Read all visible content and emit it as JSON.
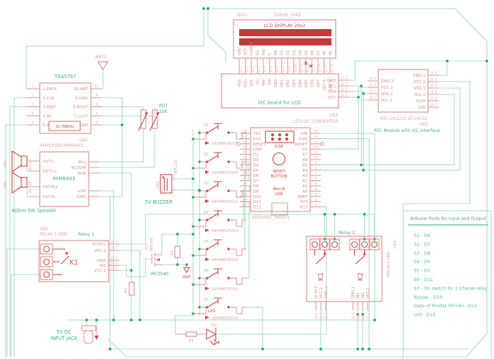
{
  "lcd": {
    "refdes": "DIS1",
    "part": "TUXOR_20X2",
    "title": "LCD DISPLAY 20x2",
    "pins": [
      {
        "name": "GND",
        "num": "J2.1"
      },
      {
        "name": "VCC",
        "num": "J2.2"
      },
      {
        "name": "CONTR",
        "num": "J2.3"
      },
      {
        "name": "RS",
        "num": "J2.4"
      },
      {
        "name": "RW",
        "num": "J2.5"
      },
      {
        "name": "E",
        "num": "J2.6"
      },
      {
        "name": "D0",
        "num": "J2.7"
      },
      {
        "name": "D1",
        "num": "J2.8"
      },
      {
        "name": "D2",
        "num": "J2.9"
      },
      {
        "name": "D3",
        "num": "J2.10"
      },
      {
        "name": "D4",
        "num": "J2.11"
      },
      {
        "name": "D5",
        "num": "J2.12"
      },
      {
        "name": "D6",
        "num": "J2.13"
      },
      {
        "name": "D7",
        "num": "J2.14"
      },
      {
        "name": "NC",
        "num": "J2.15"
      },
      {
        "name": "NC",
        "num": "J2.16"
      }
    ]
  },
  "i2c": {
    "label": "I2C board for LCD",
    "refdes": "U$2",
    "part": "LCD-I2C-CONVERTER",
    "top_pins": [
      "VSS",
      "VDD",
      "VEE",
      "RS",
      "RW",
      "EN",
      "DB0",
      "DB1",
      "DB2",
      "DB3",
      "DB4",
      "DB5",
      "DB6",
      "DB7",
      "LED A",
      "LED K"
    ],
    "right_pins": [
      {
        "name": "GND",
        "num": "J1.4"
      },
      {
        "name": "SCL",
        "num": "J1.3"
      },
      {
        "name": "SDA",
        "num": "J1.2"
      },
      {
        "name": "VCC",
        "num": "J1.1"
      }
    ]
  },
  "tea": {
    "title": "TEA5767",
    "ant": "ANT1",
    "xtal": "32.768kHz",
    "left": [
      {
        "num": "1",
        "name": "1.DATA"
      },
      {
        "num": "2",
        "name": "2.CLK"
      },
      {
        "num": "3",
        "name": "3.GND"
      },
      {
        "num": "4",
        "name": "4.NC"
      },
      {
        "num": "5",
        "name": "5.VCC"
      }
    ],
    "right": [
      {
        "num": "10",
        "name": "10.ANT"
      },
      {
        "num": "9",
        "name": "9.GND"
      },
      {
        "num": "8",
        "name": "8.ROUT"
      },
      {
        "num": "7",
        "name": "7.LOUT"
      },
      {
        "num": "6",
        "name": "6.GND"
      }
    ]
  },
  "pot": {
    "l1": "POT",
    "l2": "10K"
  },
  "amp": {
    "refdes": "U$1",
    "part": "AMPLIFIER-PAM8403",
    "chip": "PAM8403",
    "left_a": [
      "OUT.L-",
      "OUT.L+"
    ],
    "left_b": [
      "OUT.R+",
      "OUT.R-"
    ],
    "right_a": [
      "IN.L",
      "IN.COM",
      "IN.R"
    ],
    "right_b": [
      "+5V",
      "GND"
    ],
    "caption": "4Ohm 5W Speaker",
    "sp1": "SP1",
    "sp2": "SP2",
    "sp_part": "AL11P"
  },
  "nano": {
    "refdes": "ARDUINO_NANO1",
    "icsp": "ICSP",
    "reset1": "RESET",
    "reset2": "BUTTON",
    "usb1": "Mini-B",
    "usb2": "USB",
    "left": [
      {
        "num": "16",
        "name": "TX1"
      },
      {
        "num": "17",
        "name": "RX0"
      },
      {
        "num": "18",
        "name": "RESET"
      },
      {
        "num": "19",
        "name": "GND"
      },
      {
        "num": "20",
        "name": "D2"
      },
      {
        "num": "21",
        "name": "D3"
      },
      {
        "num": "22",
        "name": "D4"
      },
      {
        "num": "23",
        "name": "D5"
      },
      {
        "num": "24",
        "name": "D6"
      },
      {
        "num": "25",
        "name": "D7"
      },
      {
        "num": "26",
        "name": "D8"
      },
      {
        "num": "27",
        "name": "D9"
      },
      {
        "num": "28",
        "name": "D10"
      },
      {
        "num": "29",
        "name": "D11"
      },
      {
        "num": "30",
        "name": "D12"
      }
    ],
    "right": [
      {
        "num": "15",
        "name": "VIN"
      },
      {
        "num": "14",
        "name": "GND"
      },
      {
        "num": "13",
        "name": "RESET"
      },
      {
        "num": "12",
        "name": "5V"
      },
      {
        "num": "11",
        "name": "A7"
      },
      {
        "num": "10",
        "name": "A6"
      },
      {
        "num": "9",
        "name": "A5"
      },
      {
        "num": "8",
        "name": "A4"
      },
      {
        "num": "7",
        "name": "A3"
      },
      {
        "num": "6",
        "name": "A2"
      },
      {
        "num": "5",
        "name": "A1"
      },
      {
        "num": "4",
        "name": "A0"
      },
      {
        "num": "3",
        "name": "AREF"
      },
      {
        "num": "2",
        "name": "3V3"
      },
      {
        "num": "1",
        "name": "D13"
      }
    ]
  },
  "rtc": {
    "part": "RTC-DS3231-AT24C32",
    "refdes": "U$3",
    "caption": "RTC Module with I2C interface",
    "left": [
      {
        "name": "GND.2",
        "num": "J2.4"
      },
      {
        "name": "VCC.2",
        "num": "J2.3"
      },
      {
        "name": "SDA.2",
        "num": "J2.2"
      },
      {
        "name": "SCL.2",
        "num": "J2.1"
      }
    ],
    "right": [
      {
        "name": "GND.1",
        "num": "J1.6"
      },
      {
        "name": "VCC.1",
        "num": "J1.5"
      },
      {
        "name": "SDA.1",
        "num": "J1.4"
      },
      {
        "name": "SCL.1",
        "num": "J1.3"
      },
      {
        "name": "SQW",
        "num": "J1.2"
      },
      {
        "name": "32K",
        "num": "J1.1"
      }
    ]
  },
  "buzzer": {
    "refdes": "SG1",
    "part": "B/C11L",
    "p1": "1",
    "p2": "2",
    "caption": "5V BUZZER"
  },
  "switches": {
    "net_led": "LED",
    "items": [
      {
        "name": "S1",
        "part": "SKHMPUE010"
      },
      {
        "name": "S2",
        "part": "SKHMPUE010"
      },
      {
        "name": "S3",
        "part": "SKHMPUE010"
      },
      {
        "name": "S4",
        "part": "SKHMPUE010"
      },
      {
        "name": "S5",
        "part": "SKHMPUE010"
      },
      {
        "name": "S6",
        "part": "SKHMPUE010"
      },
      {
        "name": "S7",
        "part": "SKHMPUE010"
      }
    ]
  },
  "mosfet": {
    "refdes": "Q1",
    "part": "IRF540",
    "caption": "IRFZ540",
    "gnd": "GND"
  },
  "resistors": {
    "r1": "R1",
    "r2": "R2",
    "r3": "R3"
  },
  "led": {
    "refdes": "D1"
  },
  "relay1": {
    "refdes": "U$5",
    "part": "RELAY-1-5RD",
    "caption": "Relay 1",
    "k": "K1",
    "pins_a": [
      {
        "name": "JD-VCC",
        "num": "J2.1"
      },
      {
        "name": "VCC.2",
        "num": "J2.2"
      }
    ],
    "pins_b": [
      {
        "name": "GND",
        "num": "J1.1"
      },
      {
        "name": "IN1",
        "num": "J1.2"
      },
      {
        "name": "VCC.1",
        "num": "J1.3"
      }
    ]
  },
  "relay2": {
    "refdes": "U$4",
    "part": "RELAY-2-5RD",
    "caption": "Relay 2",
    "k1": "K1",
    "k2": "K2",
    "pins_a": [
      {
        "name": "JD-VCC",
        "num": "J2.1"
      },
      {
        "name": "VCC.2",
        "num": "J2.2"
      },
      {
        "name": "GND.2",
        "num": "J2.3"
      }
    ],
    "pins_b": [
      {
        "name": "GND.1",
        "num": "J1.4"
      },
      {
        "name": "IN1",
        "num": "J1.3"
      },
      {
        "name": "IN2",
        "num": "J1.2"
      },
      {
        "name": "VCC.1",
        "num": "J1.1"
      }
    ]
  },
  "jack": {
    "cap1": "5V DC",
    "cap2": "INPUT JACK"
  },
  "ports": {
    "title": "Arduino Ports for Input and Output",
    "items": [
      "S1 - D6",
      "S2 - D7",
      "S3 - D8",
      "S4 - D9",
      "S5 - D5",
      "S6 - D11",
      "S7 - On switch for 2 Chanel relay",
      "Buzzer - D10",
      "Gate of Mosfet IRF540 - D12",
      "Led - D13"
    ]
  }
}
